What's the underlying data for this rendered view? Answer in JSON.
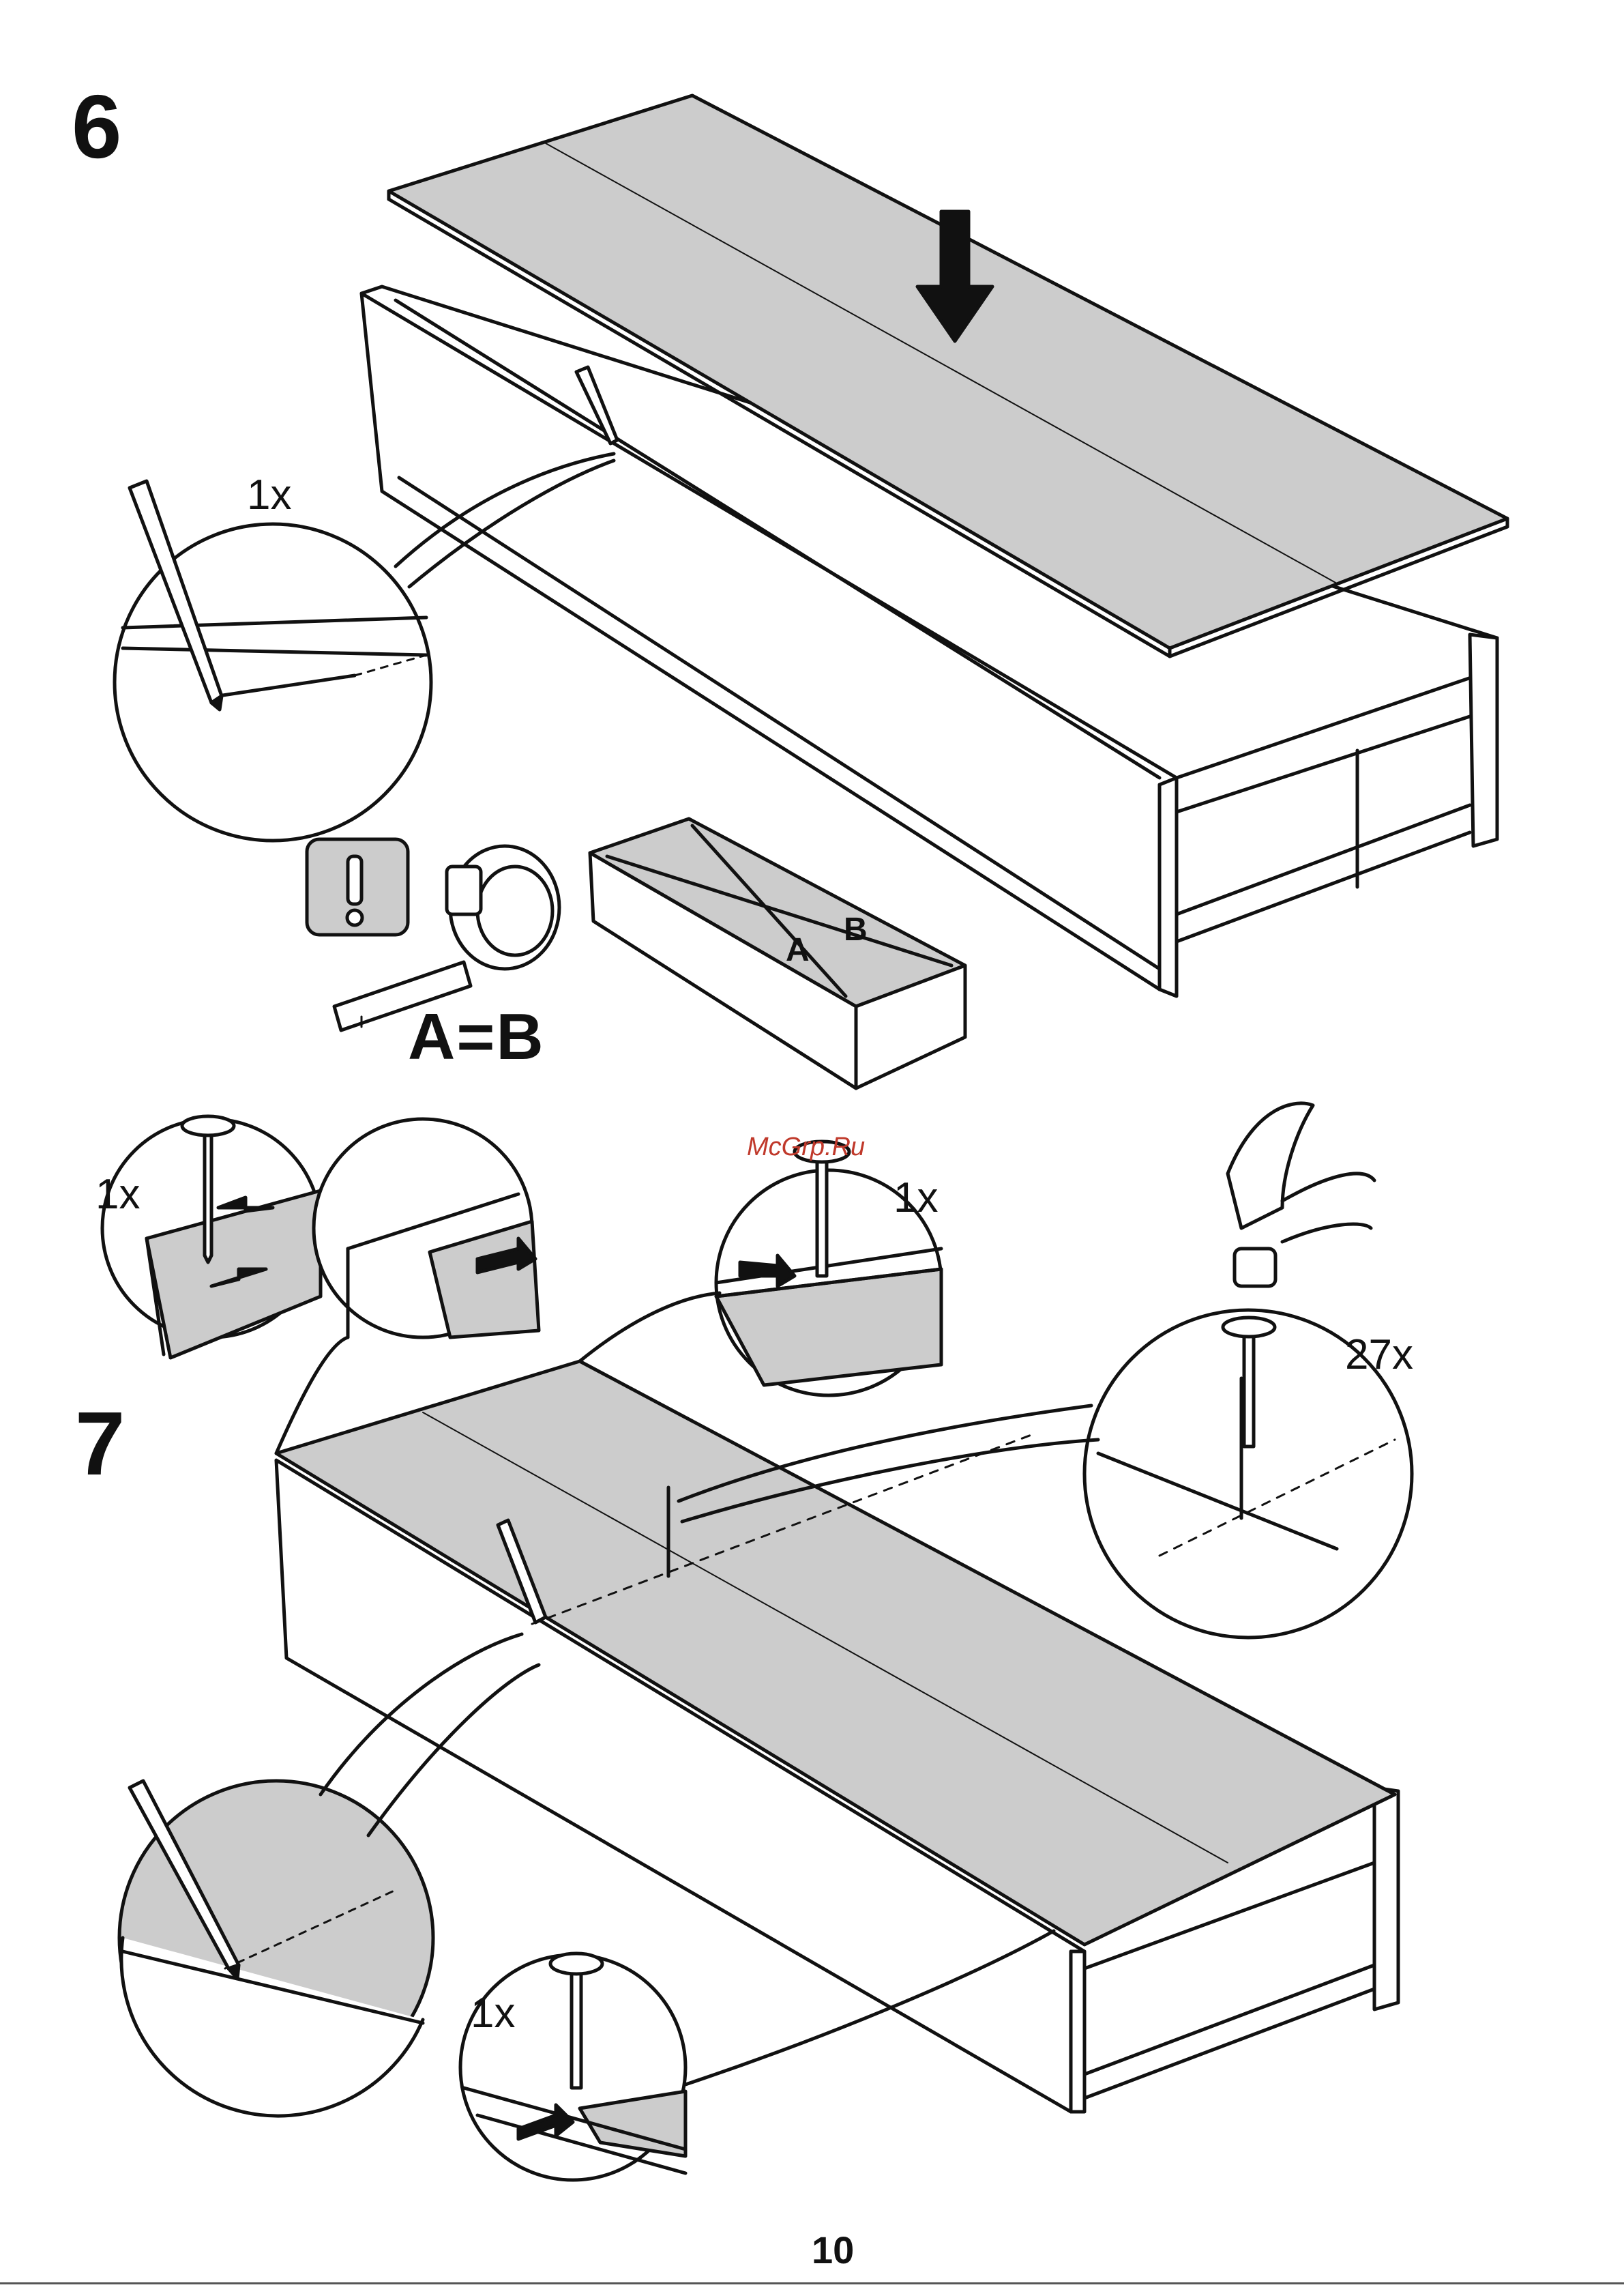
{
  "steps": {
    "six": {
      "number": "6",
      "pencil_qty": "1x"
    },
    "seven": {
      "number": "7",
      "nail_left_qty": "1x",
      "nail_middle_qty": "1x",
      "nail_hammer_qty": "27x",
      "nail_bottom_qty": "1x"
    }
  },
  "measure": {
    "equation": "A=B",
    "label_a": "A",
    "label_b": "B",
    "icon": "exclamation-icon"
  },
  "watermark": "McGrp.Ru",
  "page_number": "10",
  "colors": {
    "panel_gray": "#cccccc",
    "line": "#111111",
    "watermark": "#c0392b"
  }
}
